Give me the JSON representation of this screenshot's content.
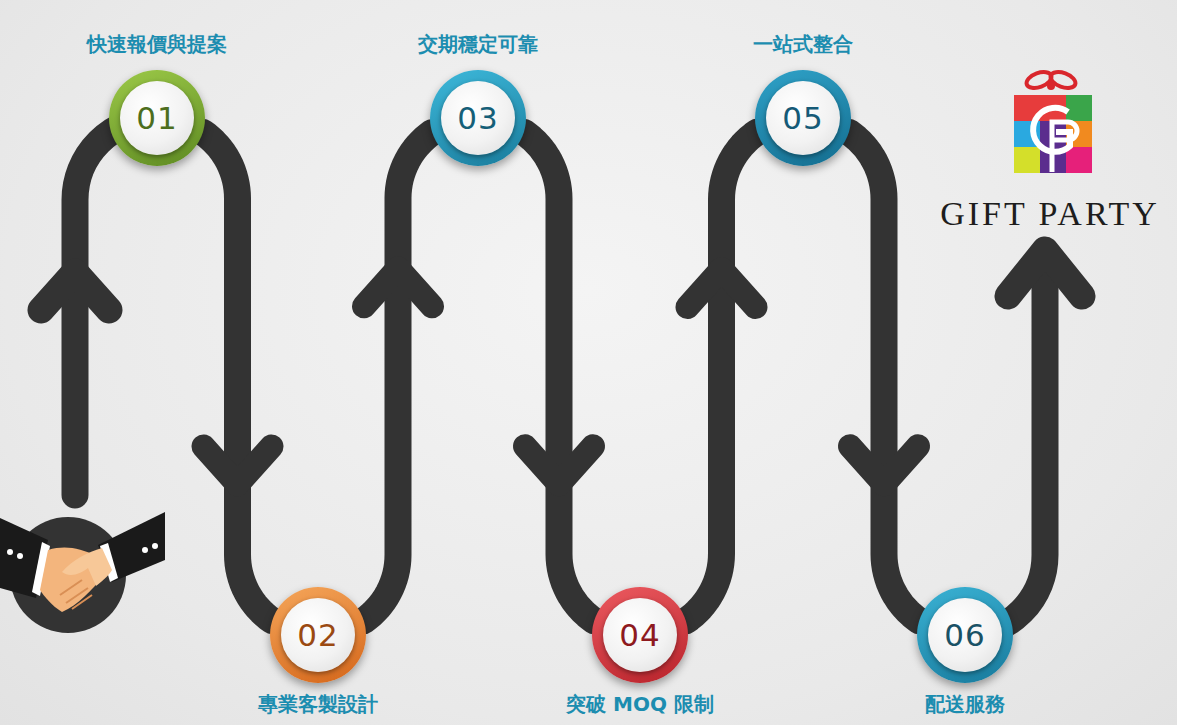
{
  "diagram": {
    "nodes": [
      {
        "text": [
          "01",
          "快速報價與提案"
        ]
      },
      {
        "text": [
          "02",
          "專業客製設計"
        ]
      },
      {
        "text": [
          "03",
          "交期穩定可靠"
        ]
      },
      {
        "text": [
          "04",
          "突破 MOQ 限制"
        ]
      },
      {
        "text": [
          "05",
          "一站式整合"
        ]
      },
      {
        "text": [
          "06",
          "配送服務"
        ]
      }
    ],
    "edges": [
      {
        "from": 0,
        "to": 1,
        "arrow": "to"
      },
      {
        "from": 1,
        "to": 2,
        "arrow": "to"
      },
      {
        "from": 2,
        "to": 3,
        "arrow": "to"
      },
      {
        "from": 3,
        "to": 4,
        "arrow": "to"
      },
      {
        "from": 4,
        "to": 5,
        "arrow": "to"
      }
    ],
    "labels": [
      "GIFT PARTY"
    ]
  }
}
